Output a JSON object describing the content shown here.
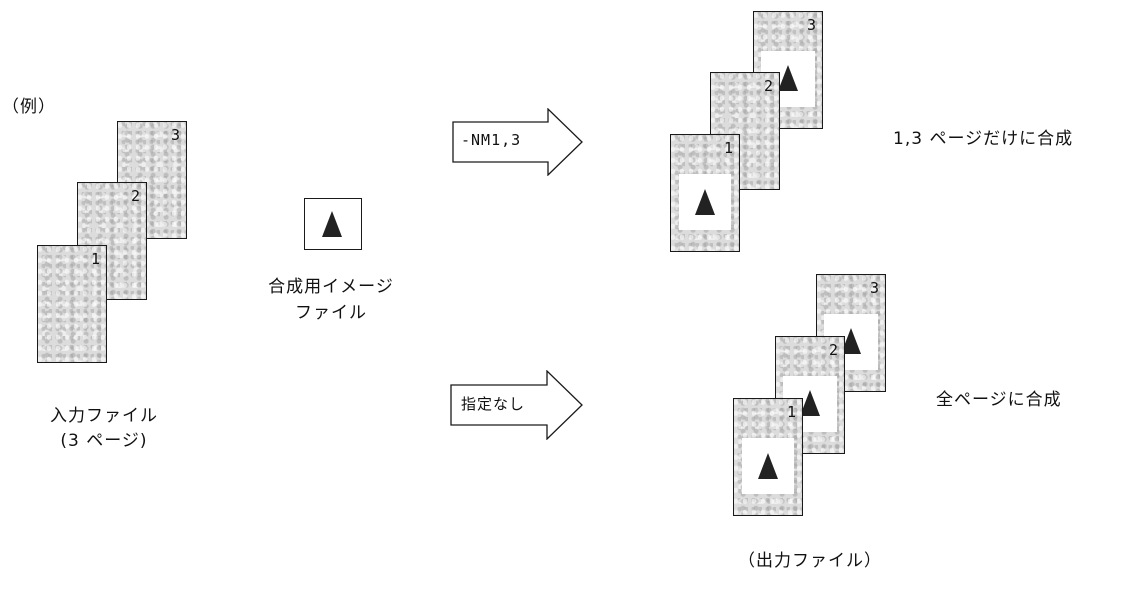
{
  "example_label": "（例）",
  "input": {
    "page_numbers": [
      "3",
      "2",
      "1"
    ],
    "caption_line1": "入力ファイル",
    "caption_line2": "(3 ページ)"
  },
  "merge_image": {
    "icon": "triangle-icon",
    "caption_line1": "合成用イメージ",
    "caption_line2": "ファイル"
  },
  "arrows": {
    "top_label": "-NM1,3",
    "bottom_label": "指定なし"
  },
  "output_top": {
    "page_numbers": [
      "3",
      "2",
      "1"
    ],
    "caption": "1,3 ページだけに合成"
  },
  "output_bottom": {
    "page_numbers": [
      "3",
      "2",
      "1"
    ],
    "caption": "全ページに合成"
  },
  "output_caption": "（出力ファイル）"
}
